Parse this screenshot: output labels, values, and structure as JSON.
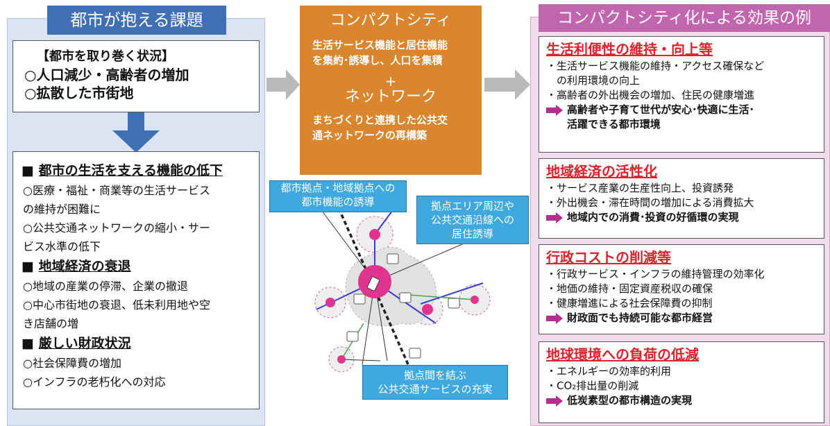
{
  "left": {
    "title": "都市が抱える課題",
    "situation": {
      "heading": "【都市を取り巻く状況】",
      "items": [
        "○人口減少・高齢者の増加",
        "○拡散した市街地"
      ]
    },
    "issues": [
      {
        "bullet": "■",
        "heading": "都市の生活を支える機能の低下",
        "items": [
          "○医療・福祉・商業等の生活サービス",
          "の維持が困難に",
          "○公共交通ネットワークの縮小・サー",
          "ビス水準の低下"
        ]
      },
      {
        "bullet": "■",
        "heading": "地域経済の衰退",
        "items": [
          "○地域の産業の停滞、企業の撤退",
          "○中心市街地の衰退、低未利用地や空",
          "き店舗の増"
        ]
      },
      {
        "bullet": "■",
        "heading": "厳しい財政状況",
        "items": [
          "○社会保障費の増加",
          "○インフラの老朽化への対応"
        ]
      }
    ]
  },
  "center": {
    "title": "コンパクトシティ",
    "text1": [
      "生活サービス機能と居住機能",
      "を集約･誘導し、人口を集積"
    ],
    "plus": "+",
    "network": "ネットワーク",
    "text2": [
      "まちづくりと連携した公共交",
      "通ネットワークの再構築"
    ],
    "callouts": [
      [
        "都市拠点・地域拠点への",
        "都市機能の誘導"
      ],
      [
        "拠点エリア周辺や",
        "公共交通沿線への",
        "居住誘導"
      ],
      [
        "拠点間を結ぶ",
        "公共交通サービスの充実"
      ]
    ]
  },
  "right": {
    "title": "コンパクトシティ化による効果の例",
    "effects": [
      {
        "heading": "生活利便性の維持・向上等",
        "items": [
          "・生活サービス機能の維持・アクセス確保など",
          "　の利用環境の向上",
          "・高齢者の外出機会の増加、住民の健康増進"
        ],
        "result": [
          "高齢者や子育て世代が安心･快適に生活･",
          "活躍できる都市環境"
        ]
      },
      {
        "heading": "地域経済の活性化",
        "items": [
          "・サービス産業の生産性向上、投資誘発",
          "・外出機会・滞在時間の増加による消費拡大"
        ],
        "result": [
          "地域内での消費･投資の好循環の実現"
        ]
      },
      {
        "heading": "行政コストの削減等",
        "items": [
          "・行政サービス・インフラの維持管理の効率化",
          "・地価の維持・固定資産税収の確保",
          "・健康増進による社会保障費の抑制"
        ],
        "result": [
          "財政面でも持続可能な都市経営"
        ]
      },
      {
        "heading": "地球環境への負荷の低減",
        "items": [
          "・エネルギーの効率的利用",
          "・CO₂排出量の削減"
        ],
        "result": [
          "低炭素型の都市構造の実現"
        ]
      }
    ]
  },
  "colors": {
    "left_title": "#3f6fb5",
    "left_bg": "#dbe4f2",
    "center": "#d9862e",
    "callout": "#3fa8de",
    "right_title": "#c065ae",
    "right_bg": "#f1dcec",
    "effect_heading": "#e0202a",
    "hub": "#e0358f",
    "arrow": "#b9b9b9"
  }
}
